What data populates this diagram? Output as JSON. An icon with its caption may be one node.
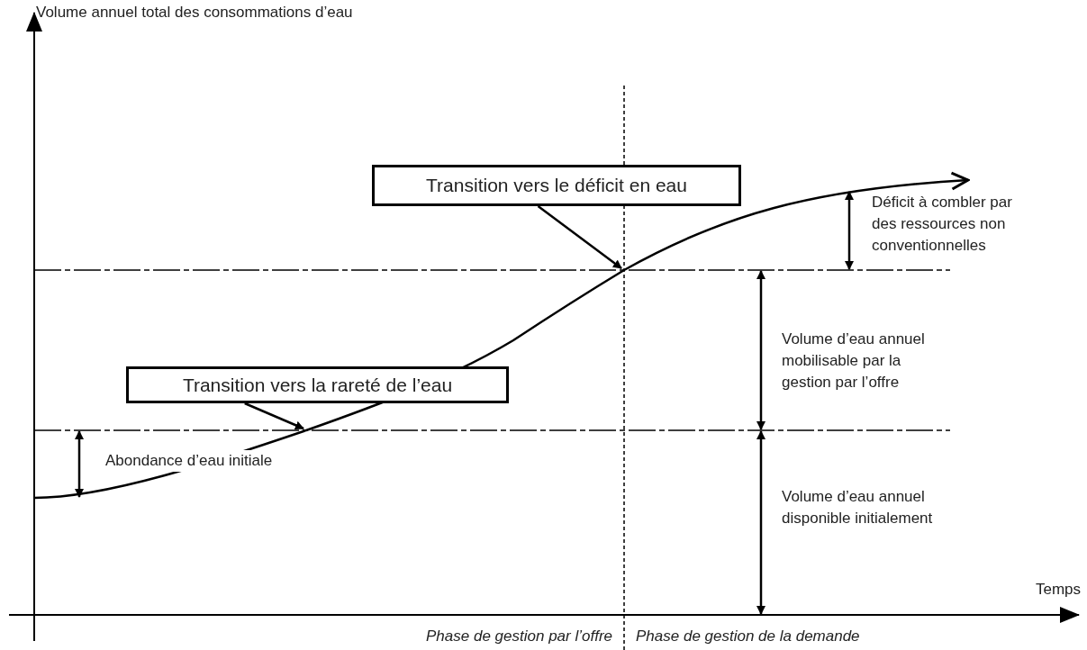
{
  "diagram": {
    "nodes": [
      {
        "text": [
          "Transition vers le déficit en eau"
        ]
      },
      {
        "text": [
          "Transition vers la rareté de l’eau"
        ]
      }
    ],
    "edges": [
      {
        "from": 0,
        "to": null,
        "arrow": "to"
      },
      {
        "from": 1,
        "to": null,
        "arrow": "to"
      }
    ],
    "labels": [
      "Volume annuel total des consommations d’eau",
      "Déficit à combler par des ressources non conventionnelles",
      "Volume d’eau annuel mobilisable par la gestion par l’offre",
      "Abondance d’eau initiale",
      "Volume d’eau annuel disponible initialement",
      "Temps",
      "Phase de gestion par l’offre",
      "Phase de gestion de la demande"
    ]
  }
}
